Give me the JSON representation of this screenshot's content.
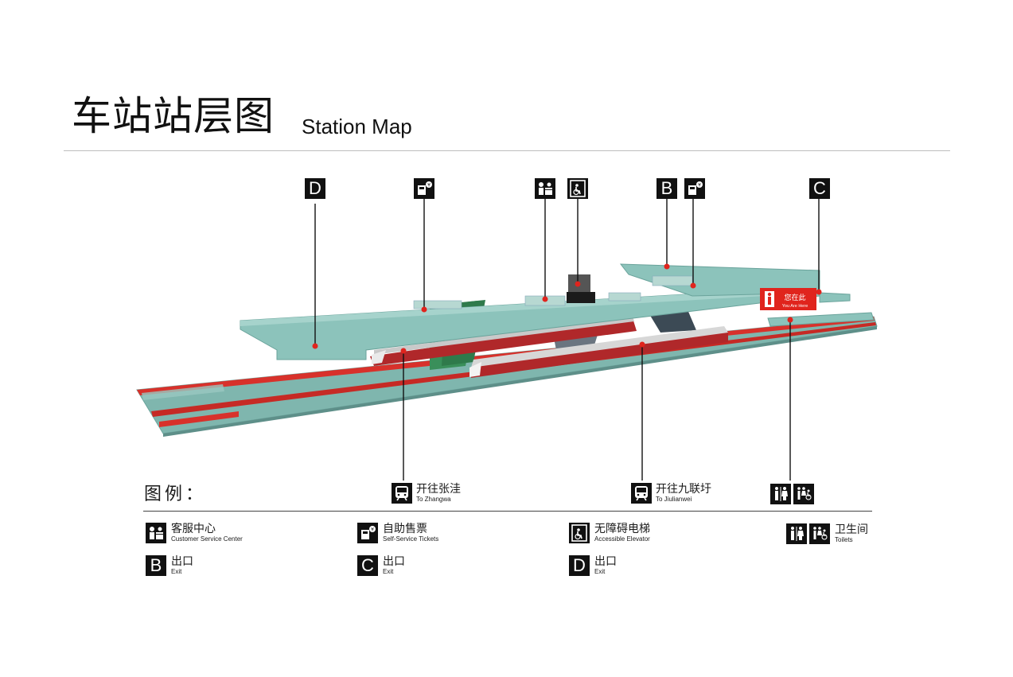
{
  "header": {
    "title_cn": "车站站层图",
    "title_en": "Station Map"
  },
  "callouts": {
    "exit_d": "D",
    "exit_b": "B",
    "exit_c": "C"
  },
  "you_are_here": {
    "cn": "您在此",
    "en": "You Are Here"
  },
  "directions": [
    {
      "cn": "开往张洼",
      "en": "To Zhangwa",
      "icon": "metro-train-icon"
    },
    {
      "cn": "开往九联圩",
      "en": "To Jiulianwei",
      "icon": "metro-train-icon"
    }
  ],
  "legend": {
    "heading": "图例：",
    "items": {
      "customer_service": {
        "cn": "客服中心",
        "en": "Customer Service Center",
        "icon": "customer-service-icon"
      },
      "tickets": {
        "cn": "自助售票",
        "en": "Self-Service Tickets",
        "icon": "ticket-machine-icon"
      },
      "elevator": {
        "cn": "无障碍电梯",
        "en": "Accessible Elevator",
        "icon": "accessible-elevator-icon"
      },
      "toilets": {
        "cn": "卫生间",
        "en": "Toilets",
        "icon": "toilets-icon"
      },
      "exit_b": {
        "letter": "B",
        "cn": "出口",
        "en": "Exit"
      },
      "exit_c": {
        "letter": "C",
        "cn": "出口",
        "en": "Exit"
      },
      "exit_d": {
        "letter": "D",
        "cn": "出口",
        "en": "Exit"
      }
    }
  },
  "colors": {
    "concourse": "#8cc3bb",
    "platform": "#7fb6ae",
    "track_red": "#d8312b",
    "train_red": "#b0282a",
    "escalator": "#3a8f5a",
    "marker_red": "#e0241d"
  }
}
